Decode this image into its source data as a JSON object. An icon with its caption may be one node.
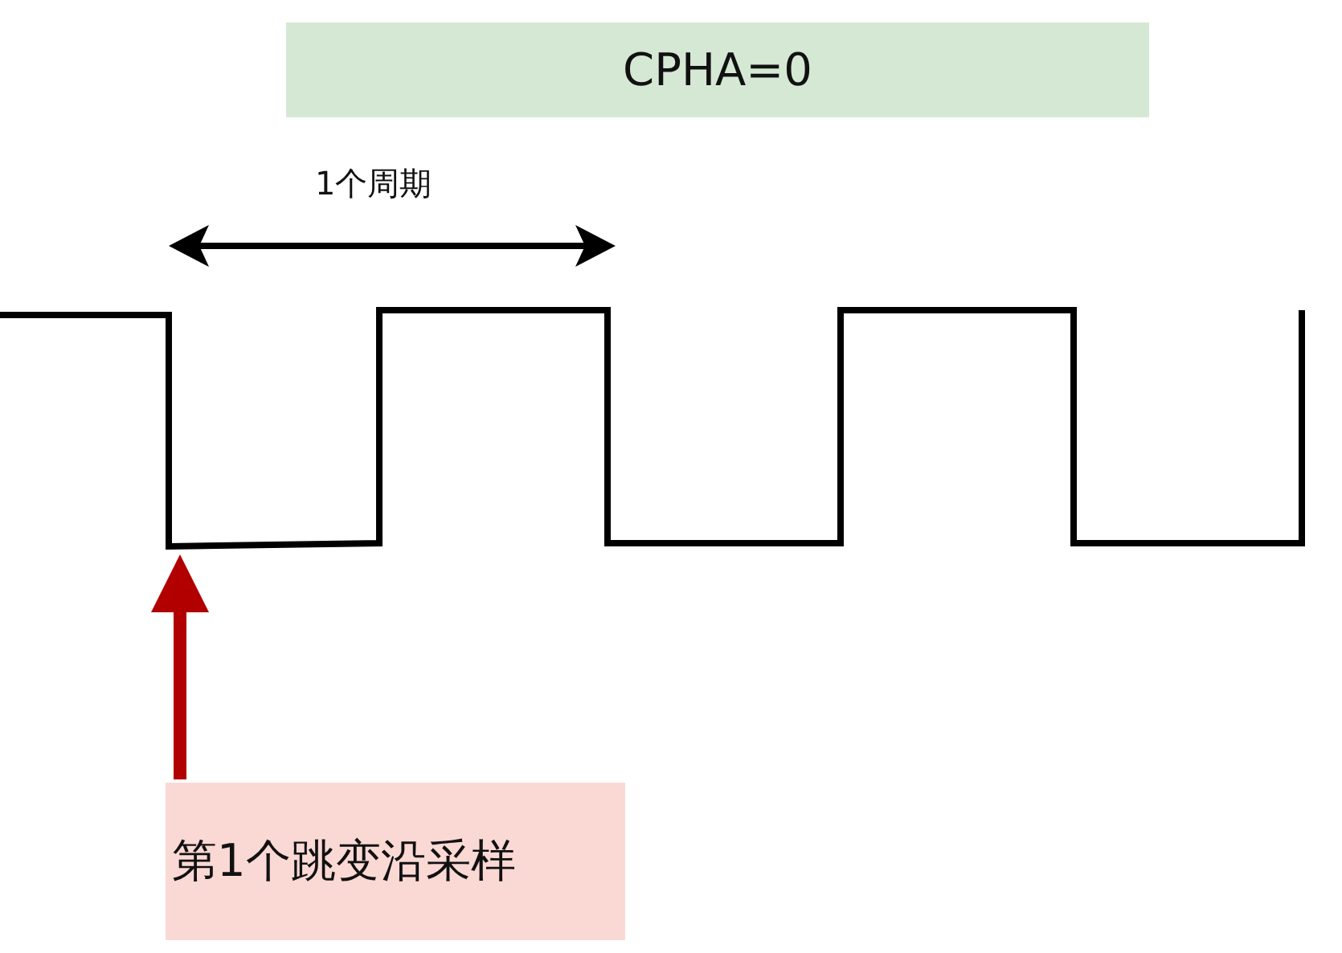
{
  "diagram": {
    "nodes": [
      {
        "text": [
          "CPHA=0"
        ]
      },
      {
        "text": [
          "第1个跳变沿采样"
        ]
      },
      {
        "text": [],
        "shape": "picture"
      }
    ],
    "edges": [
      {
        "from": 1,
        "to": 2,
        "arrow": "to",
        "color": "#b20000"
      }
    ],
    "labels": [
      "1个周期"
    ]
  }
}
